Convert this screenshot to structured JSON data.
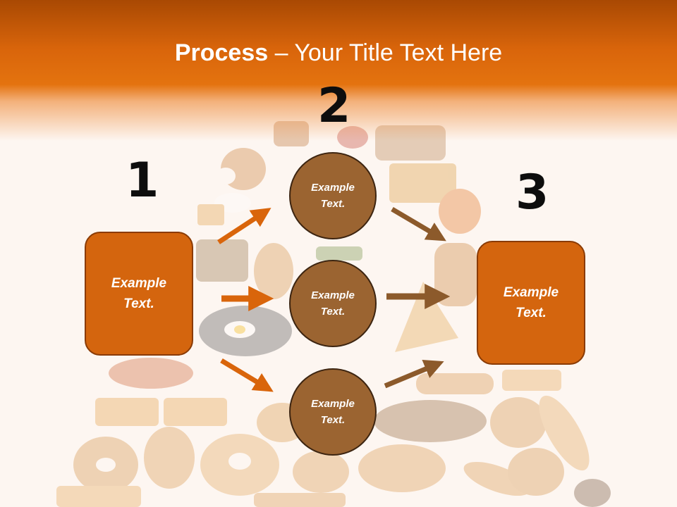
{
  "slide": {
    "title_bold": "Process",
    "title_rest": " – Your Title Text Here"
  },
  "steps": {
    "one": {
      "number": "1",
      "line1": "Example",
      "line2": "Text."
    },
    "two": {
      "number": "2"
    },
    "three": {
      "number": "3",
      "line1": "Example",
      "line2": "Text."
    }
  },
  "circles": [
    {
      "line1": "Example",
      "line2": "Text."
    },
    {
      "line1": "Example",
      "line2": "Text."
    },
    {
      "line1": "Example",
      "line2": "Text."
    }
  ],
  "colors": {
    "header_orange": "#e4730f",
    "box_fill": "#d4650e",
    "circle_fill": "#9b6431",
    "arrow_orange": "#d9650b",
    "arrow_brown": "#8c5a2b"
  }
}
